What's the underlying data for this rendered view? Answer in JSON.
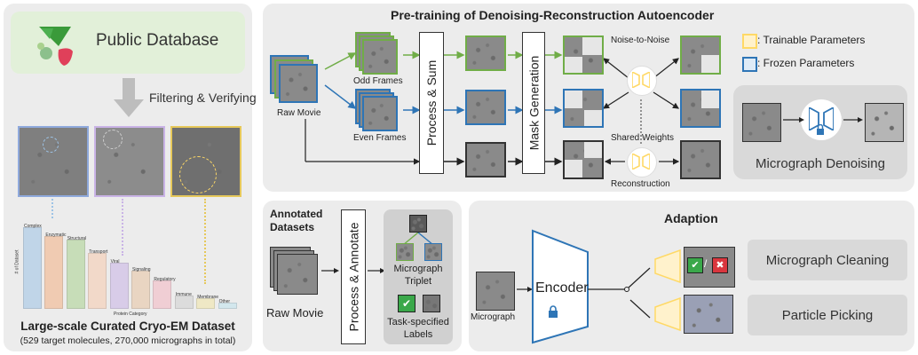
{
  "left": {
    "database_label": "Public Database",
    "filter_label": "Filtering & Verifying",
    "chart_data": {
      "type": "bar",
      "categories": [
        "Complex",
        "Enzymatic",
        "Structural",
        "Transport",
        "Viral",
        "Signaling",
        "Regulatory",
        "Immune",
        "Membrane",
        "Other"
      ],
      "values": [
        100,
        89,
        85,
        69,
        56,
        47,
        35,
        16,
        13,
        8
      ],
      "colors": [
        "#9dc3e6",
        "#f4b183",
        "#a9d18e",
        "#f8cbad",
        "#c9b3e6",
        "#e8c4a0",
        "#f4b6c2",
        "#d0d0d0",
        "#f2e6a6",
        "#bfe3ef"
      ],
      "xlabel": "Protein Category",
      "ylabel": "# of Dataset"
    },
    "dataset_title": "Large-scale Curated Cryo-EM Dataset",
    "dataset_subtitle": "(529 target molecules, 270,000 micrographs in total)"
  },
  "pretrain": {
    "title": "Pre-training of Denoising-Reconstruction Autoencoder",
    "raw_movie": "Raw Movie",
    "odd_frames": "Odd Frames",
    "even_frames": "Even Frames",
    "process_sum": "Process & Sum",
    "mask_generation": "Mask Generation",
    "noise_to_noise": "Noise-to-Noise",
    "shared_weights": "Shared Weights",
    "reconstruction": "Reconstruction"
  },
  "legend": {
    "trainable": ": Trainable Parameters",
    "frozen": ": Frozen Parameters",
    "trainable_color": "#ffd966",
    "frozen_color": "#2e75b6"
  },
  "denoising": {
    "label": "Micrograph Denoising"
  },
  "annotated": {
    "title_line1": "Annotated",
    "title_line2": "Datasets",
    "raw_movie": "Raw Movie",
    "process_annotate": "Process & Annotate",
    "triplet_line1": "Micrograph",
    "triplet_line2": "Triplet",
    "task_line1": "Task-specified",
    "task_line2": "Labels"
  },
  "adaption": {
    "title": "Adaption",
    "micrograph": "Micrograph",
    "encoder": "Encoder",
    "slash": "/",
    "cleaning": "Micrograph Cleaning",
    "picking": "Particle Picking"
  }
}
